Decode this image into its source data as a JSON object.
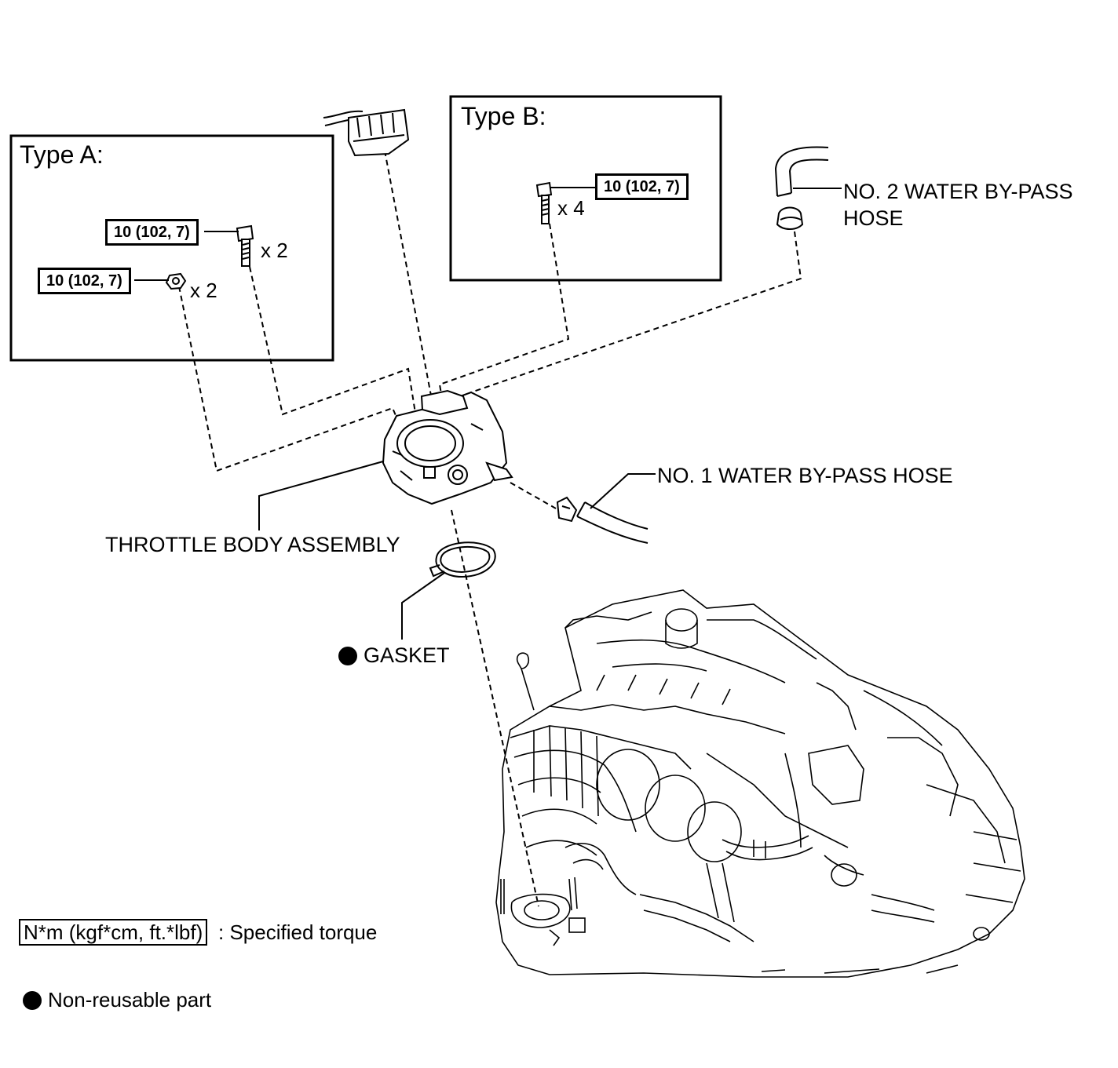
{
  "type_a": {
    "title": "Type A:",
    "bolt_torque": "10 (102, 7)",
    "bolt_qty": "x 2",
    "nut_torque": "10 (102, 7)",
    "nut_qty": "x 2"
  },
  "type_b": {
    "title": "Type B:",
    "bolt_torque": "10 (102, 7)",
    "bolt_qty": "x 4"
  },
  "labels": {
    "no2_hose_line1": "NO. 2 WATER BY-PASS",
    "no2_hose_line2": "HOSE",
    "no1_hose": "NO. 1 WATER BY-PASS HOSE",
    "throttle_body": "THROTTLE BODY ASSEMBLY",
    "gasket": "GASKET"
  },
  "legend": {
    "torque_unit": "N*m (kgf*cm, ft.*lbf)",
    "torque_desc": ": Specified torque",
    "non_reusable": "Non-reusable part"
  }
}
